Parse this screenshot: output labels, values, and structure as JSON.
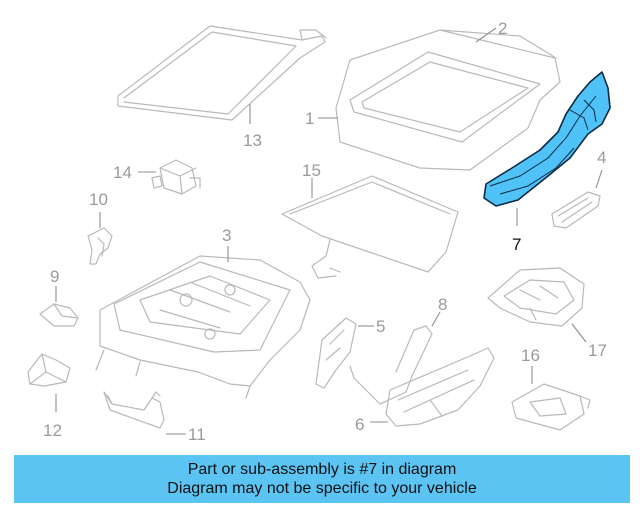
{
  "colors": {
    "highlight_fill": "#4fc3f7",
    "highlight_stroke": "#0d2b45",
    "line_gray": "#b9b9b9",
    "banner_bg": "#5cc4f3"
  },
  "callouts": {
    "p1": "1",
    "p2": "2",
    "p3": "3",
    "p4": "4",
    "p5": "5",
    "p6": "6",
    "p7": "7",
    "p8": "8",
    "p9": "9",
    "p10": "10",
    "p11": "11",
    "p12": "12",
    "p13": "13",
    "p14": "14",
    "p15": "15",
    "p16": "16",
    "p17": "17"
  },
  "highlighted_part": "7",
  "banner": {
    "line1": "Part or sub-assembly is #7 in diagram",
    "line2": "Diagram may not be specific to your vehicle"
  }
}
